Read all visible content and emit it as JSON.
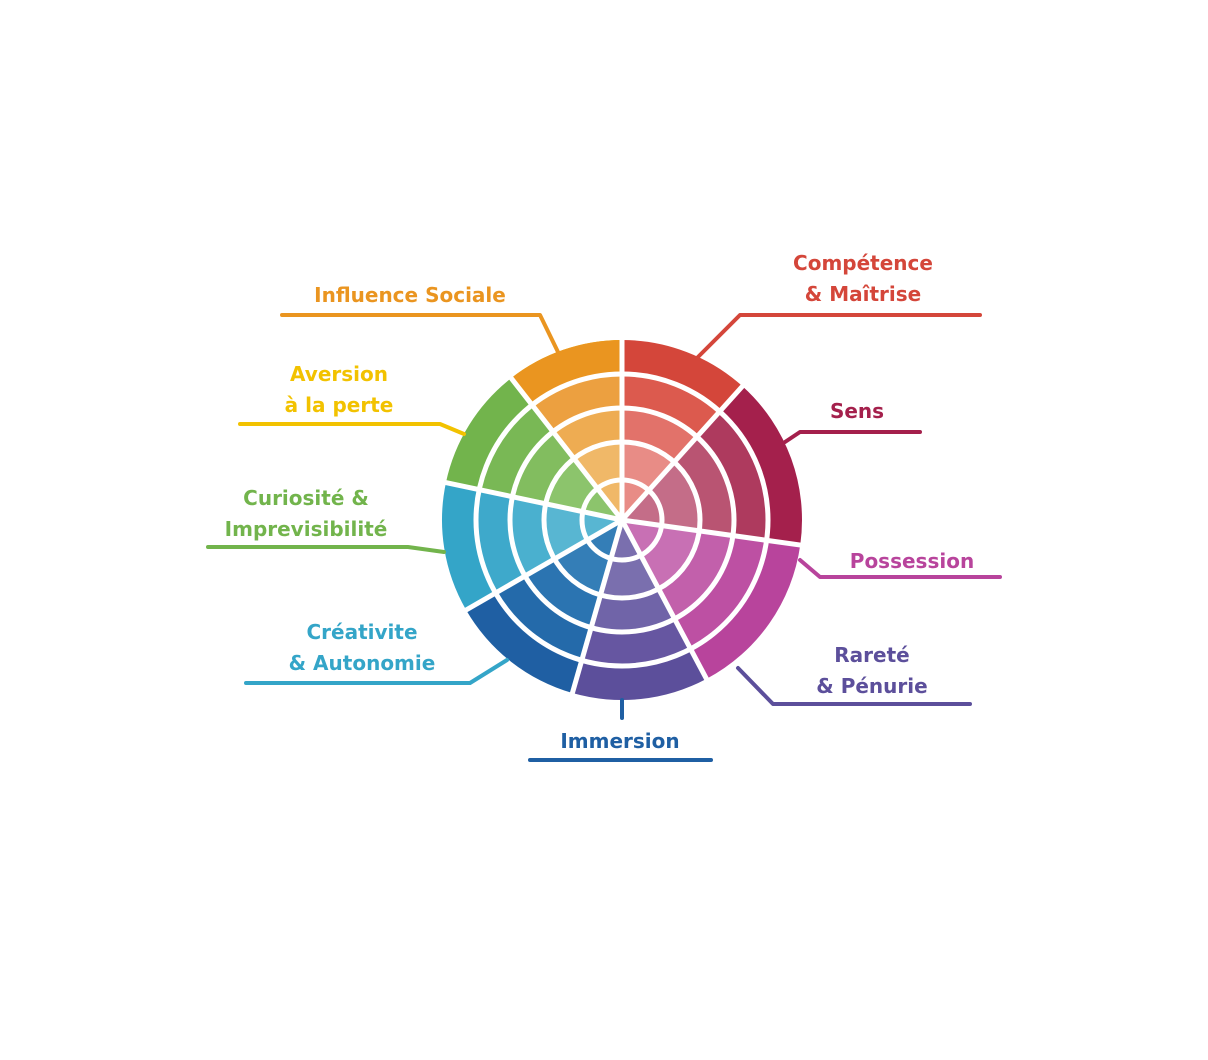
{
  "wheel": {
    "gap_color": "#ffffff",
    "segments": [
      {
        "id": "competence",
        "lines": [
          "Compétence",
          "& Maîtrise"
        ],
        "color": "#d4463a",
        "ring_colors": [
          "#d4463a",
          "#dc5a4e",
          "#e2726a",
          "#e88c86"
        ]
      },
      {
        "id": "sens",
        "lines": [
          "Sens"
        ],
        "color": "#a4204c",
        "ring_colors": [
          "#a4204c",
          "#ae3a5e",
          "#b95472",
          "#c46d88"
        ]
      },
      {
        "id": "possession",
        "lines": [
          "Possession"
        ],
        "color": "#b8449c",
        "ring_colors": [
          "#b8449c",
          "#bd50a3",
          "#c260ab",
          "#c870b4"
        ]
      },
      {
        "id": "rarete",
        "lines": [
          "Rareté",
          "& Pénurie"
        ],
        "color": "#5c4f9b",
        "ring_colors": [
          "#5c4f9b",
          "#6656a1",
          "#7064a8",
          "#7a6fae"
        ]
      },
      {
        "id": "immersion",
        "lines": [
          "Immersion"
        ],
        "color": "#1f5fa3",
        "ring_colors": [
          "#1f5fa3",
          "#246aaa",
          "#2b74b1",
          "#347eb7"
        ]
      },
      {
        "id": "creativite",
        "lines": [
          "Créativite",
          "& Autonomie"
        ],
        "color": "#34a5c8",
        "ring_colors": [
          "#34a5c8",
          "#3ea9cb",
          "#4ab0cf",
          "#58b6d2"
        ]
      },
      {
        "id": "curiosite",
        "lines": [
          "Curiosité &",
          "Imprevisibilité"
        ],
        "color": "#72b44c",
        "ring_colors": [
          "#72b44c",
          "#79b855",
          "#82bd5f",
          "#8cc46c"
        ]
      },
      {
        "id": "aversion",
        "lines": [
          "Aversion",
          "à la perte"
        ],
        "color": "#f2c200",
        "ring_colors": [
          "#f2c200",
          "#f4ca1e",
          "#f6d23c",
          "#f8da5c"
        ]
      },
      {
        "id": "influence",
        "lines": [
          "Influence Sociale"
        ],
        "color": "#ea9520",
        "ring_colors": [
          "#ea9520",
          "#eca040",
          "#eeac52",
          "#f0b868"
        ]
      }
    ]
  }
}
